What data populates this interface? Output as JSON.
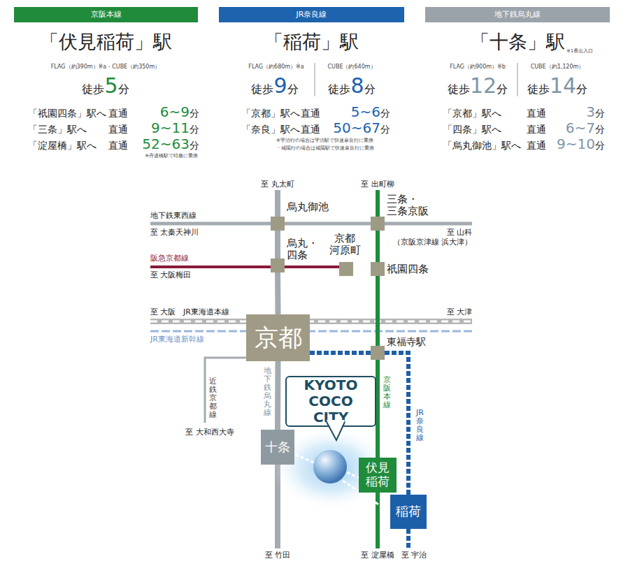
{
  "diagram": {
    "nodes": [
      {
        "text": [
          "京阪本線"
        ]
      },
      {
        "text": [
          "JR奈良線"
        ]
      },
      {
        "text": [
          "地下鉄烏丸線"
        ]
      },
      {
        "text": [
          "烏丸御池"
        ]
      },
      {
        "text": [
          "三条・ 三条京阪"
        ]
      },
      {
        "text": [
          "烏丸・ 四条"
        ]
      },
      {
        "text": [
          "京都 河原町"
        ]
      },
      {
        "text": [
          "祇園四条"
        ]
      },
      {
        "text": [
          "京都"
        ]
      },
      {
        "text": [
          "東福寺駅"
        ]
      },
      {
        "text": [
          "KYOTO COCO CITY"
        ]
      },
      {
        "text": [
          "十条"
        ]
      },
      {
        "text": [
          "伏見 稲荷"
        ]
      },
      {
        "text": [
          "稲荷"
        ]
      }
    ],
    "edges": [
      {
        "from": 3,
        "to": 4,
        "arrow": "none"
      },
      {
        "from": 3,
        "to": 5,
        "arrow": "none"
      },
      {
        "from": 5,
        "to": 6,
        "arrow": "none"
      },
      {
        "from": 5,
        "to": 8,
        "arrow": "none"
      },
      {
        "from": 8,
        "to": 11,
        "arrow": "none"
      },
      {
        "from": 4,
        "to": 7,
        "arrow": "none"
      },
      {
        "from": 7,
        "to": 9,
        "arrow": "none"
      },
      {
        "from": 9,
        "to": 12,
        "arrow": "none"
      },
      {
        "from": 8,
        "to": 9,
        "arrow": "none"
      },
      {
        "from": 9,
        "to": 13,
        "arrow": "none"
      }
    ],
    "labels": [
      "「伏見稲荷」駅",
      "FLAG（約390m）※a・CUBE（約350m）",
      "徒歩",
      "5",
      "分",
      "「祇園四条」駅へ",
      "直通",
      "6~9",
      "分",
      "「三条」駅へ",
      "直通",
      "9~11",
      "分",
      "「淀屋橋」駅へ",
      "直通",
      "52~63",
      "分",
      "※丹波橋駅で特急に乗換",
      "「稲荷」駅",
      "FLAG（約680m）※a",
      "CUBE（約640m）",
      "徒歩",
      "9",
      "分",
      "徒歩",
      "8",
      "分",
      "「京都」駅へ",
      "直通",
      "5~6",
      "分",
      "「奈良」駅へ",
      "直通",
      "50~67",
      "分",
      "※宇治行の場合は宇治駅で快速奈良行に乗換",
      "・城陽行の場合は城陽駅で快速奈良行に乗換",
      "「十条」駅",
      "※1番出入口",
      "FLAG（約900m）※b",
      "CUBE（約1,120m）",
      "徒歩",
      "12",
      "分",
      "徒歩",
      "14",
      "分",
      "「京都」駅へ",
      "直通",
      "3",
      "分",
      "「四条」駅へ",
      "直通",
      "6~7",
      "分",
      "「烏丸御池」駅へ",
      "直通",
      "9~10",
      "分",
      "至 丸太町",
      "至 出町柳",
      "地下鉄東西線",
      "至 太秦天神川",
      "至 山科",
      "（京阪京津線 浜大津）",
      "阪急京都線",
      "至 大阪梅田",
      "至 大阪",
      "JR東海道本線",
      "至 大津",
      "JR東海道新幹線",
      "近鉄京都線",
      "至 大和西大寺",
      "地下鉄烏丸線",
      "京阪本線",
      "JR奈良線",
      "至 竹田",
      "至 淀屋橋",
      "至 宇治"
    ]
  }
}
